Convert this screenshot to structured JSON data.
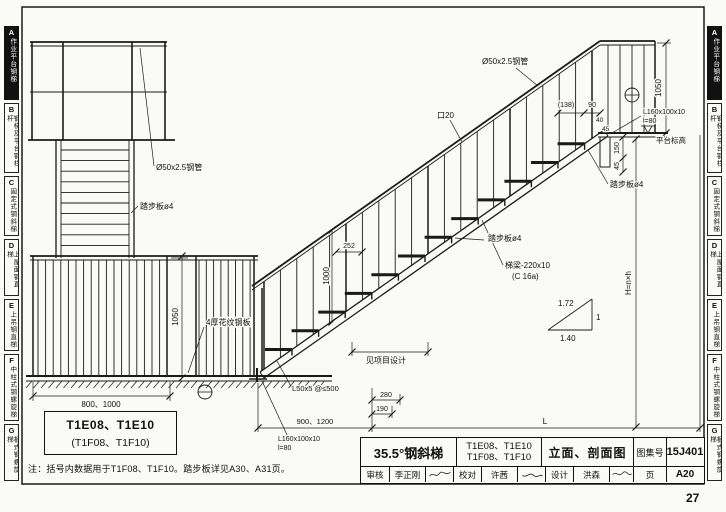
{
  "page": {
    "number": "27"
  },
  "sidebar": {
    "tabs": [
      {
        "letter": "A",
        "label": "作业平台钢梯",
        "active": true
      },
      {
        "letter": "B",
        "label": "钢梯及平台钢栏杆",
        "active": false
      },
      {
        "letter": "C",
        "label": "固定式钢斜梯",
        "active": false
      },
      {
        "letter": "D",
        "label": "上屋面钢直梯",
        "active": false
      },
      {
        "letter": "E",
        "label": "上吊钢直梯",
        "active": false
      },
      {
        "letter": "F",
        "label": "中柱式钢螺旋梯",
        "active": false
      },
      {
        "letter": "G",
        "label": "板式钢螺旋梯",
        "active": false
      }
    ]
  },
  "drawing": {
    "labels": {
      "pipe_top": "Ø50x2.5钢管",
      "pipe_left": "Ø50x2.5钢管",
      "square_bar": "口20",
      "tread_left": "踏步板ø4",
      "tread_mid": "踏步板ø4",
      "tread_right": "踏步板ø4",
      "stringer_line1": "梯梁-220x10",
      "stringer_line2": "(C 16a)",
      "plate": "4厚花纹钢板",
      "angle_top_1": "L160x100x10",
      "angle_top_2": "l=80",
      "platform_level": "平台标高",
      "angle_bot_1": "L160x100x10",
      "angle_bot_2": "l=80",
      "support": "L50x5 @≤500",
      "see_project": "见项目设计",
      "slope_hyp": "1.72",
      "slope_rise": "1",
      "slope_run": "1.40"
    },
    "dims": {
      "left_width": "800、1000",
      "left_height": "1050",
      "rail_height": "1000",
      "spacing": "252",
      "top_run_bracket": "(138)",
      "top_run": "90",
      "top_a": "40",
      "top_b": "45",
      "right_rail_height": "1050",
      "beam_a": "150",
      "beam_b": "45",
      "total_height": "H=n×h",
      "total_run": "L",
      "landing": "900、1200",
      "first_a": "190",
      "first_b": "280"
    }
  },
  "model_box": {
    "line1": "T1E08、T1E10",
    "line2": "(T1F08、T1F10)"
  },
  "note": "注：括号内数据用于T1F08、T1F10。踏步板详见A30、A31页。",
  "titleblock": {
    "title": "35.5°钢斜梯",
    "models_line1": "T1E08、T1E10",
    "models_line2": "T1F08、T1F10",
    "view": "立面、剖面图",
    "atlas_label": "图集号",
    "atlas_no": "15J401",
    "page_label": "页",
    "page_no": "A20",
    "review_label": "审核",
    "review_name": "李正刚",
    "check_label": "校对",
    "check_name": "许茜",
    "design_label": "设计",
    "design_name": "洪森"
  }
}
